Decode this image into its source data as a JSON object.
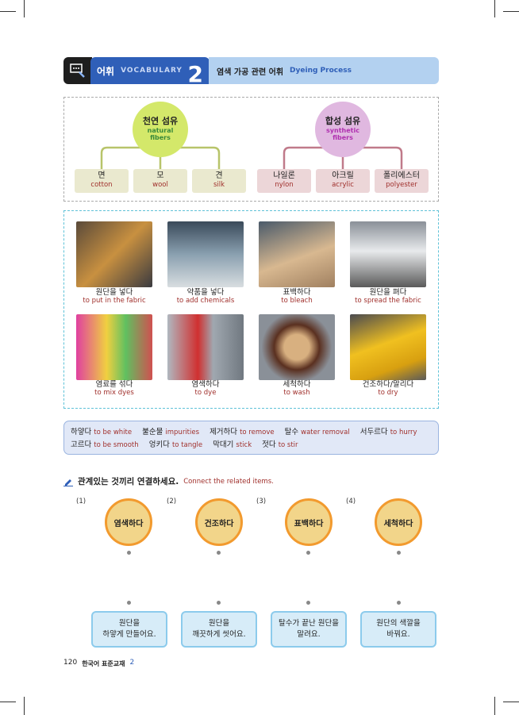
{
  "header": {
    "section_ko": "어휘",
    "section_en": "VOCABULARY",
    "number": "2",
    "title_ko": "염색 가공 관련 어휘",
    "title_en": "Dyeing Process"
  },
  "fibers": {
    "natural": {
      "ko": "천연 섬유",
      "en1": "natural",
      "en2": "fibers",
      "color": "#d4e86a",
      "items": [
        {
          "ko": "면",
          "en": "cotton"
        },
        {
          "ko": "모",
          "en": "wool"
        },
        {
          "ko": "견",
          "en": "silk"
        }
      ]
    },
    "synthetic": {
      "ko": "합성 섬유",
      "en1": "synthetic",
      "en2": "fibers",
      "color": "#e0b8e0",
      "items": [
        {
          "ko": "나일론",
          "en": "nylon"
        },
        {
          "ko": "아크릴",
          "en": "acrylic"
        },
        {
          "ko": "폴리에스터",
          "en": "polyester"
        }
      ]
    }
  },
  "process": [
    {
      "ko": "원단을 넣다",
      "en": "to put in the fabric"
    },
    {
      "ko": "약품을 넣다",
      "en": "to add chemicals"
    },
    {
      "ko": "표백하다",
      "en": "to bleach"
    },
    {
      "ko": "원단을 펴다",
      "en": "to spread the fabric"
    },
    {
      "ko": "염료를 섞다",
      "en": "to mix dyes"
    },
    {
      "ko": "염색하다",
      "en": "to dye"
    },
    {
      "ko": "세척하다",
      "en": "to wash"
    },
    {
      "ko": "건조하다/말리다",
      "en": "to dry"
    }
  ],
  "words": [
    {
      "ko": "하얗다",
      "en": "to be white"
    },
    {
      "ko": "불순물",
      "en": "impurities"
    },
    {
      "ko": "제거하다",
      "en": "to remove"
    },
    {
      "ko": "탈수",
      "en": "water removal"
    },
    {
      "ko": "서두르다",
      "en": "to hurry"
    },
    {
      "ko": "고르다",
      "en": "to be smooth"
    },
    {
      "ko": "엉키다",
      "en": "to tangle"
    },
    {
      "ko": "막대기",
      "en": "stick"
    },
    {
      "ko": "젓다",
      "en": "to stir"
    }
  ],
  "exercise": {
    "instruction_ko": "관계있는 것끼리 연결하세요.",
    "instruction_en": "Connect the related items.",
    "numbers": [
      "(1)",
      "(2)",
      "(3)",
      "(4)"
    ],
    "terms": [
      "염색하다",
      "건조하다",
      "표백하다",
      "세척하다"
    ],
    "answers": [
      [
        "원단을",
        "하얗게 만들어요."
      ],
      [
        "원단을",
        "깨끗하게 씻어요."
      ],
      [
        "탈수가 끝난 원단을",
        "말려요."
      ],
      [
        "원단의 색깔을",
        "바꿔요."
      ]
    ]
  },
  "footer": {
    "page": "120",
    "book": "한국어 표준교재",
    "vol": "2"
  }
}
